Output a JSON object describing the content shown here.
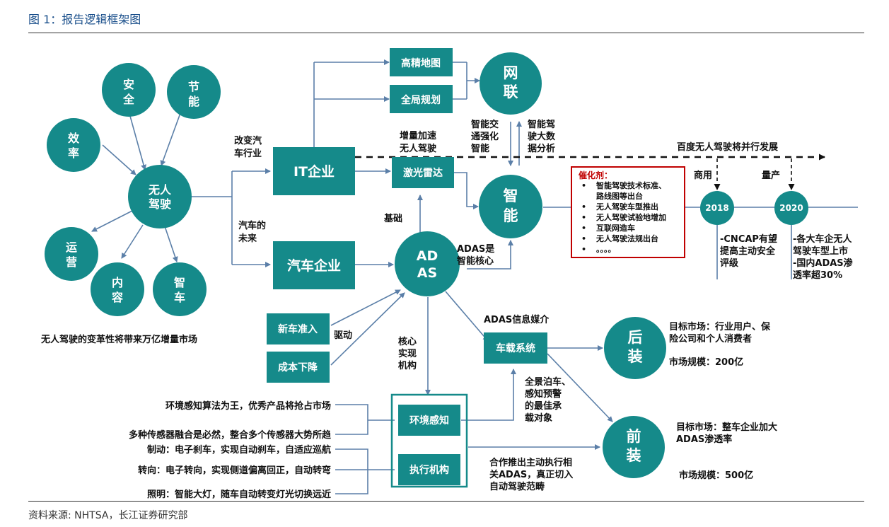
{
  "header": {
    "title": "图 1：报告逻辑框架图"
  },
  "footer": {
    "source": "资料来源: NHTSA，长江证券研究部"
  },
  "left_cluster": {
    "center": [
      "无人",
      "驾驶"
    ],
    "satellites": {
      "safety": [
        "安",
        "全"
      ],
      "energy": [
        "节",
        "能"
      ],
      "efficiency": [
        "效",
        "率"
      ],
      "operation": [
        "运",
        "营"
      ],
      "content": [
        "内",
        "容"
      ],
      "smartcar": [
        "智",
        "车"
      ]
    },
    "caption": "无人驾驶的变革性将带来万亿增量市场"
  },
  "labels": {
    "change_auto": [
      "改变汽",
      "车行业"
    ],
    "auto_future": [
      "汽车的",
      "未来"
    ],
    "incremental": [
      "增量加速",
      "无人驾驶"
    ],
    "basis": "基础",
    "smart_traffic": [
      "智能交",
      "通强化",
      "智能"
    ],
    "smart_driving": [
      "智能驾",
      "驶大数",
      "据分析"
    ],
    "adas_core": [
      "ADAS是",
      "智能核心"
    ],
    "drive": "驱动",
    "core_impl": [
      "核心",
      "实现",
      "机构"
    ],
    "adas_media": "ADAS信息媒介",
    "panorama": [
      "全景泊车、",
      "感知预警",
      "的最佳承",
      "载对象"
    ],
    "coop": [
      "合作推出主动执行相",
      "关ADAS，真正切入",
      "自动驾驶范畴"
    ],
    "env_algo": "环境感知算法为王，优秀产品将抢占市场",
    "multi_sensor": "多种传感器融合是必然，整合多个传感器大势所趋",
    "brake": "制动：电子刹车，实现自动刹车，自适应巡航",
    "steer": "转向：电子转向，实现侧道偏离回正，自动转弯",
    "light": "照明：智能大灯，随车自动转变灯光切换远近",
    "baidu": "百度无人驾驶将并行发展",
    "commercial": "商用",
    "mass_prod": "量产"
  },
  "boxes": {
    "hd_map": "高精地图",
    "global_plan": "全局规划",
    "it_company": "IT企业",
    "lidar": "激光雷达",
    "auto_company": "汽车企业",
    "new_car": "新车准入",
    "cost_down": "成本下降",
    "in_vehicle": "车载系统",
    "env_sense": "环境感知",
    "actuator": "执行机构"
  },
  "circles": {
    "network": [
      "网",
      "联"
    ],
    "smart": [
      "智",
      "能"
    ],
    "adas": [
      "AD",
      "AS"
    ],
    "aftermarket": [
      "后",
      "装"
    ],
    "oem": [
      "前",
      "装"
    ],
    "y2018": "2018",
    "y2020": "2020"
  },
  "catalyst": {
    "title": "催化剂：",
    "items": [
      "智能驾驶技术标准、",
      "路线图等出台",
      "无人驾驶车型推出",
      "无人驾驶试验地增加",
      "互联网造车",
      "无人驾驶法规出台",
      "。。。。"
    ]
  },
  "timeline": {
    "note_2018": [
      "-CNCAP有望",
      "提高主动安全",
      "评级"
    ],
    "note_2020": [
      "-各大车企无人",
      "驾驶车型上市",
      "-国内ADAS渗",
      "透率超30%"
    ]
  },
  "markets": {
    "after_target": [
      "目标市场：行业用户、保",
      "险公司和个人消费者"
    ],
    "after_size": "市场规模：200亿",
    "oem_target": [
      "目标市场：整车企业加大",
      "ADAS渗透率"
    ],
    "oem_size": "市场规模：500亿"
  },
  "colors": {
    "teal": "#158a8a",
    "arrow": "#5b7fa8",
    "header": "#1a4f8b",
    "catalyst_border": "#c00000"
  }
}
